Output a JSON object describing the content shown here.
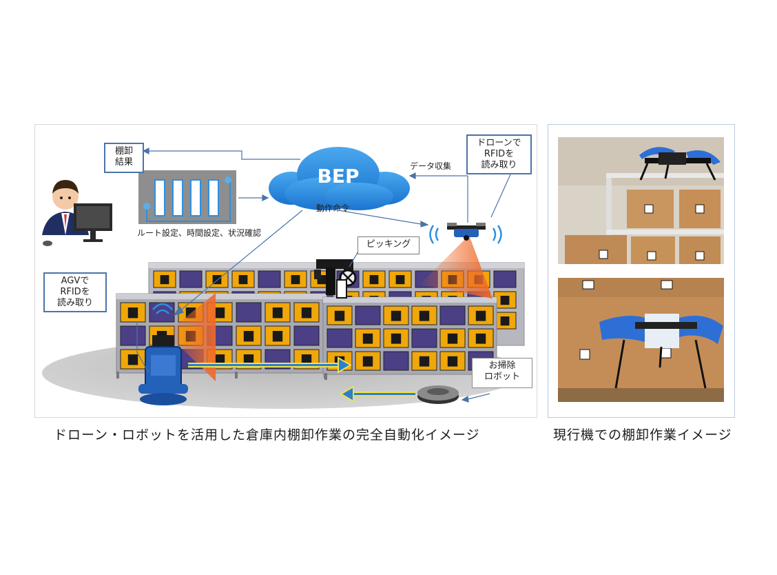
{
  "diagram": {
    "cloud_label": "BEP",
    "data_collection": "データ収集",
    "operation_command": "動作命令",
    "result_box": {
      "line1": "棚卸",
      "line2": "結果"
    },
    "route_caption": "ルート設定、時間設定、状況確認",
    "drone_rfid": {
      "line1": "ドローンで",
      "line2": "RFIDを",
      "line3": "読み取り"
    },
    "agv_rfid": {
      "line1": "AGVで",
      "line2": "RFIDを",
      "line3": "読み取り"
    },
    "picking": "ピッキング",
    "cleaning_robot": {
      "line1": "お掃除",
      "line2": "ロボット"
    }
  },
  "captions": {
    "left": "ドローン・ロボットを活用した倉庫内棚卸作業の完全自動化イメージ",
    "right": "現行機での棚卸作業イメージ"
  },
  "colors": {
    "accent_blue": "#1f7ad1",
    "cloud_blue": "#2f8fe0",
    "shelf_gray": "#a9a9b1",
    "bin_purple": "#4b3f86",
    "box_orange": "#f0a70a",
    "scan_orange": "#ef6a2a"
  }
}
